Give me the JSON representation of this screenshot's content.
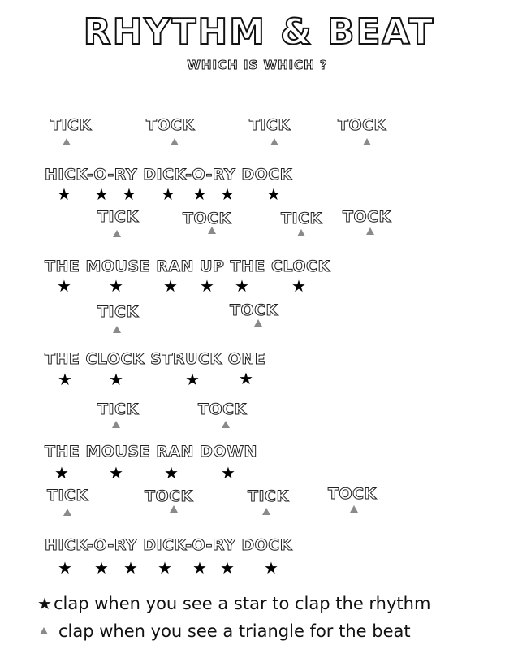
{
  "title": "RHYTHM & BEAT",
  "subtitle": "WHICH IS WHICH ?",
  "tick": "TICK",
  "tock": "TOCK",
  "lyrics": {
    "line1": "HICK-O-RY DICK-O-RY DOCK",
    "line2": "THE MOUSE RAN UP THE CLOCK",
    "line3": "THE CLOCK STRUCK ONE",
    "line4": "THE MOUSE RAN DOWN",
    "line5": "HICK-O-RY DICK-O-RY DOCK"
  },
  "legend": {
    "star_text": "clap when you see a star to clap the rhythm",
    "triangle_text": "clap when you see a triangle for the beat",
    "star_icon": "star-icon",
    "triangle_icon": "triangle-icon"
  },
  "colors": {
    "star": "#000000",
    "triangle": "#8a8a8a"
  }
}
